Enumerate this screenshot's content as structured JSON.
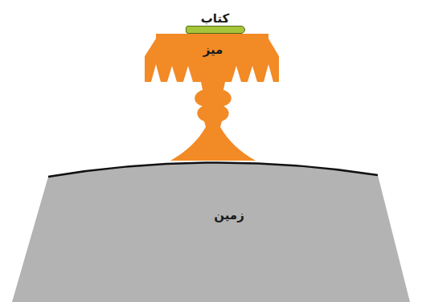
{
  "diagram": {
    "nodes": [
      {
        "text": [
          "کتاب"
        ]
      },
      {
        "text": [
          "میز"
        ]
      },
      {
        "text": [
          "زمین"
        ]
      }
    ]
  }
}
